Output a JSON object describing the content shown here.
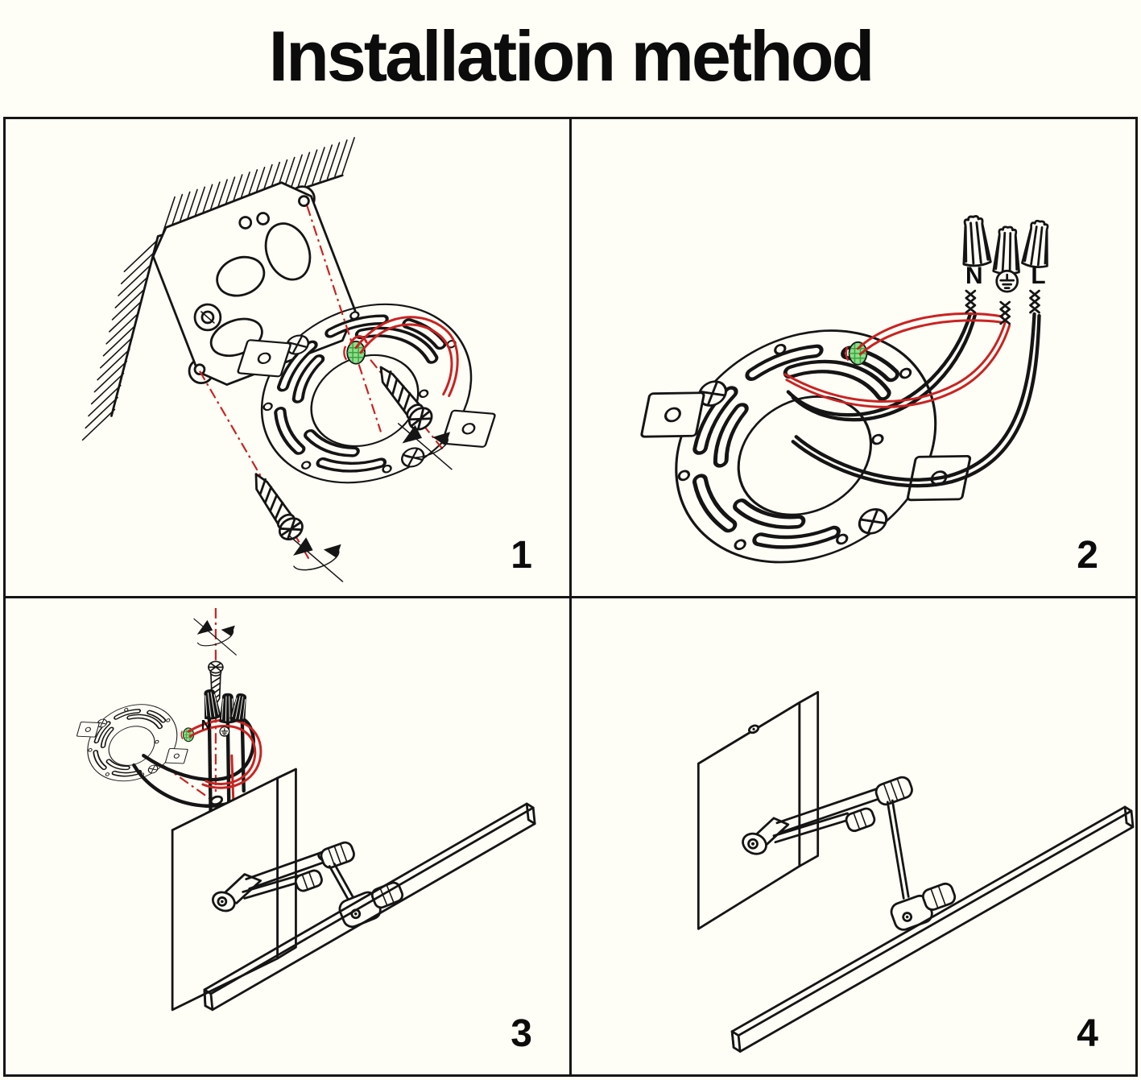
{
  "title": "Installation method",
  "panels": [
    {
      "step": "1"
    },
    {
      "step": "2"
    },
    {
      "step": "3"
    },
    {
      "step": "4"
    }
  ],
  "wiring": {
    "neutral_label": "N",
    "live_label": "L",
    "ground_icon": "earth-ground-icon"
  },
  "colors": {
    "background": "#FFFEF6",
    "line": "#151515",
    "wire_red": "#C92322",
    "ground_screw_green": "#8BE08B"
  }
}
